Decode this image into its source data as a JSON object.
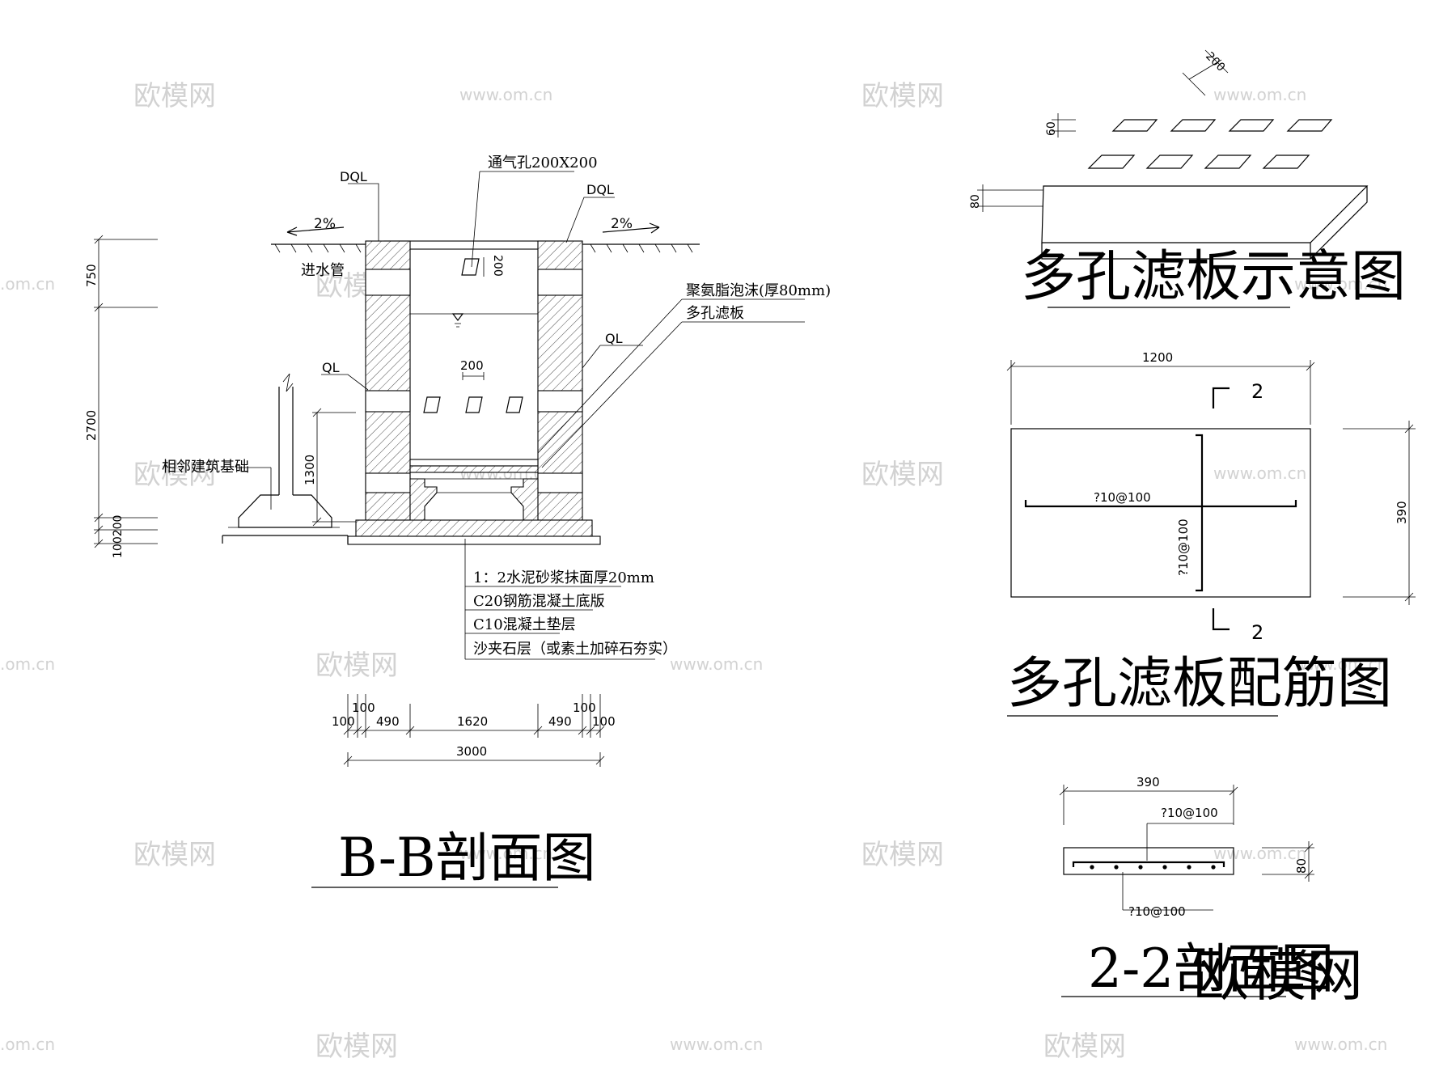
{
  "watermarks": {
    "logo": "欧模网",
    "url": "www.om.cn",
    "partial": ".om.cn"
  },
  "section_bb": {
    "title": "B-B剖面图",
    "labels": {
      "dql_left": "DQL",
      "dql_right": "DQL",
      "vent": "通气孔200X200",
      "slope_left": "2%",
      "slope_right": "2%",
      "inlet": "进水管",
      "foam": "聚氨脂泡沫(厚80mm)",
      "filter_plate": "多孔滤板",
      "ql_right": "QL",
      "ql_left": "QL",
      "adjacent_foundation": "相邻建筑基础",
      "vent_size": "200",
      "hole_size": "200"
    },
    "layers": [
      "1：2水泥砂浆抹面厚20mm",
      "C20钢筋混凝土底版",
      "C10混凝土垫层",
      "沙夹石层（或素土加碎石夯实）"
    ],
    "dims_left": {
      "d750": "750",
      "d2700": "2700",
      "d1300": "1300",
      "d100_200": "100200"
    },
    "dims_bottom": {
      "a": "100",
      "b": "100",
      "c": "490",
      "d": "1620",
      "e": "490",
      "f": "100",
      "g": "100",
      "total": "3000"
    }
  },
  "plate_iso": {
    "title": "多孔滤板示意图",
    "dim_top": "200",
    "dim_60": "60",
    "dim_80": "80"
  },
  "plate_rebar": {
    "title": "多孔滤板配筋图",
    "width": "1200",
    "height": "390",
    "rebar_h": "?10@100",
    "rebar_v": "?10@100",
    "cut_top": "2",
    "cut_bottom": "2"
  },
  "section_22": {
    "title": "2-2剖面图",
    "width": "390",
    "thickness": "80",
    "rebar_top": "?10@100",
    "rebar_bottom": "?10@100"
  }
}
